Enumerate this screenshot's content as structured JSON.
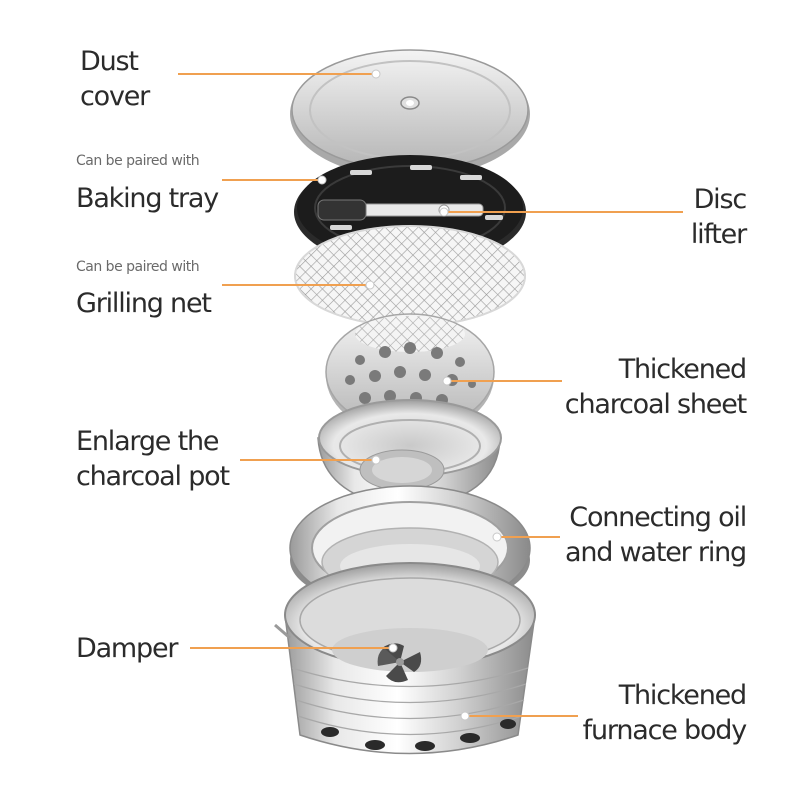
{
  "labels": {
    "dust_cover": [
      "Dust",
      "cover"
    ],
    "baking_tray": {
      "note": "Can be paired with",
      "name": "Baking tray"
    },
    "grilling_net": {
      "note": "Can be paired with",
      "name": "Grilling net"
    },
    "charcoal_pot": [
      "Enlarge the",
      "charcoal pot"
    ],
    "damper": [
      "Damper"
    ],
    "disc_lifter": [
      "Disc",
      "lifter"
    ],
    "charcoal_sheet": [
      "Thickened",
      "charcoal sheet"
    ],
    "oil_water_ring": [
      "Connecting oil",
      "and water ring"
    ],
    "furnace_body": [
      "Thickened",
      "furnace body"
    ]
  },
  "colors": {
    "leader_line": "#f0a050",
    "text": "#2b2b2b",
    "note_text": "#6a6a6a",
    "steel_light": "#e4e4e4",
    "steel_dark": "#8f8f8f",
    "tray_black": "#1f1f1f"
  }
}
